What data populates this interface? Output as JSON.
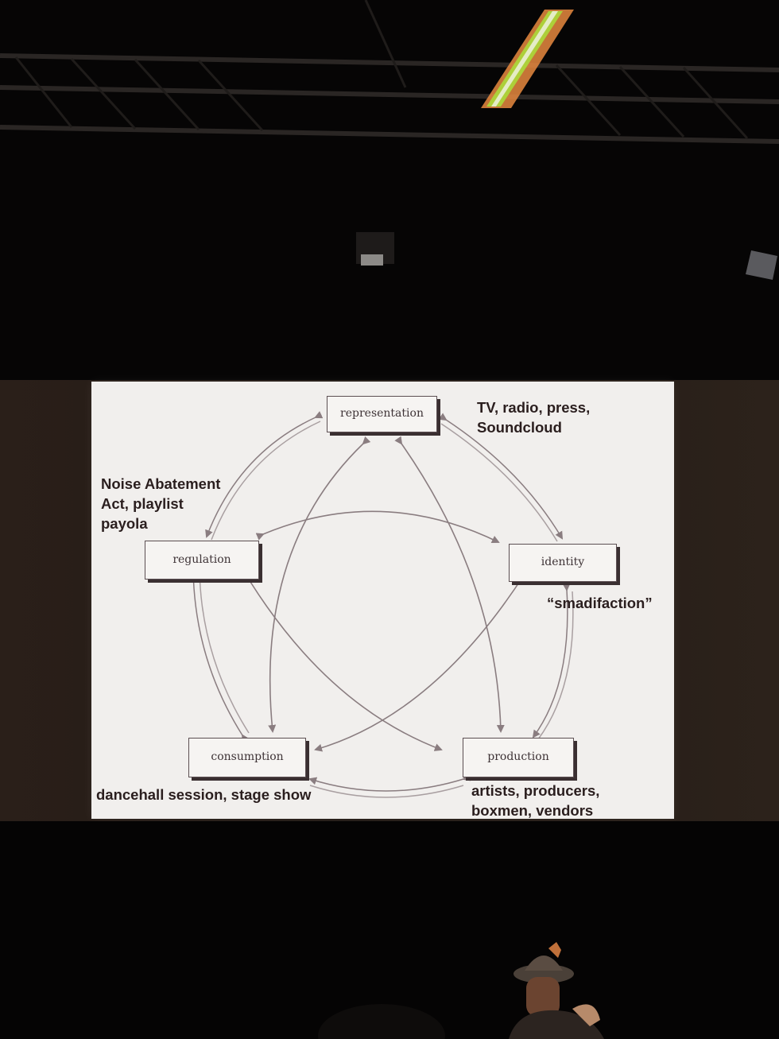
{
  "diagram": {
    "nodes": {
      "representation": "representation",
      "identity": "identity",
      "production": "production",
      "consumption": "consumption",
      "regulation": "regulation"
    },
    "annotations": {
      "representation": [
        "TV, radio, press,",
        "Soundcloud"
      ],
      "regulation": [
        "Noise Abatement",
        "Act, playlist",
        "payola"
      ],
      "identity": "“smadifaction”",
      "consumption": "dancehall session, stage show",
      "production": [
        "artists, producers,",
        "boxmen, vendors"
      ]
    }
  },
  "colors": {
    "slide_background": "#f1efed",
    "arrow": "#8a7d80",
    "text": "#2a1e1e"
  }
}
